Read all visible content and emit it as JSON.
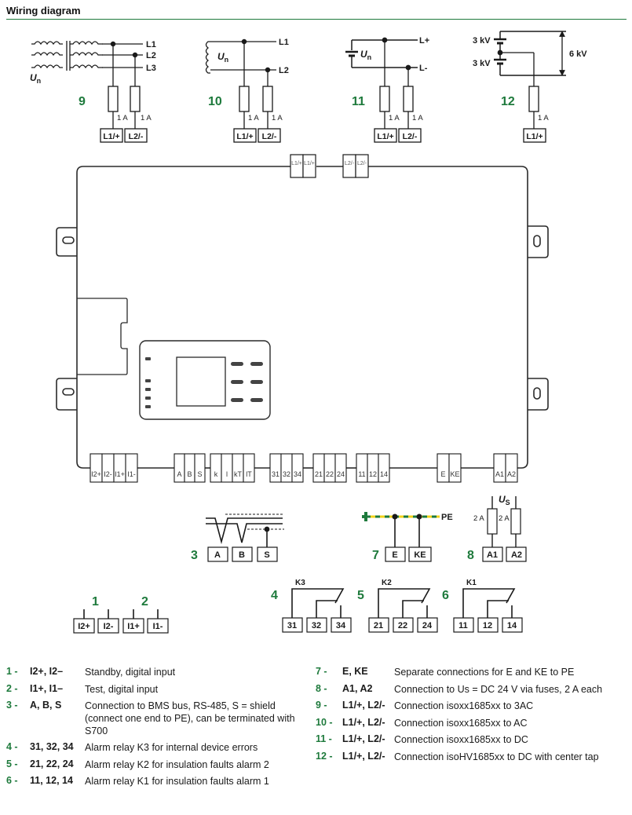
{
  "header": {
    "title": "Wiring diagram"
  },
  "colors": {
    "accent_green": "#1e7a3c",
    "line": "#1a1a1a",
    "pe_yellow": "#f2d21a",
    "pe_green": "#1e7a3c"
  },
  "top_diagrams": [
    {
      "number": "9",
      "lines": [
        "L1",
        "L2",
        "L3"
      ],
      "source_label": "U",
      "source_sub": "n",
      "fuses": [
        "1 A",
        "1 A"
      ],
      "terminals": [
        "L1/+",
        "L2/-"
      ]
    },
    {
      "number": "10",
      "lines": [
        "L1",
        "L2"
      ],
      "source_label": "U",
      "source_sub": "n",
      "fuses": [
        "1 A",
        "1 A"
      ],
      "terminals": [
        "L1/+",
        "L2/-"
      ]
    },
    {
      "number": "11",
      "lines": [
        "L+",
        "L-"
      ],
      "source_label": "U",
      "source_sub": "n",
      "fuses": [
        "1 A",
        "1 A"
      ],
      "terminals": [
        "L1/+",
        "L2/-"
      ]
    },
    {
      "number": "12",
      "voltages": [
        "3 kV",
        "3 kV"
      ],
      "total_voltage": "6 kV",
      "fuses": [
        "1 A"
      ],
      "terminals": [
        "L1/+"
      ]
    }
  ],
  "device": {
    "top_terminals": [
      {
        "group": "L1",
        "labels": [
          "L1/+",
          "L1/+"
        ]
      },
      {
        "group": "L2",
        "labels": [
          "L2/-",
          "L2/-"
        ]
      }
    ],
    "bottom_terminals": [
      {
        "group": "inputs",
        "labels": [
          "I2+",
          "I2-",
          "I1+",
          "I1-"
        ]
      },
      {
        "group": "bus",
        "labels": [
          "A",
          "B",
          "S"
        ]
      },
      {
        "group": "kl",
        "labels": [
          "k",
          "l",
          "kT",
          "lT"
        ]
      },
      {
        "group": "k3",
        "labels": [
          "31",
          "32",
          "34"
        ]
      },
      {
        "group": "k2",
        "labels": [
          "21",
          "22",
          "24"
        ]
      },
      {
        "group": "k1",
        "labels": [
          "11",
          "12",
          "14"
        ]
      },
      {
        "group": "earth",
        "labels": [
          "E",
          "KE"
        ]
      },
      {
        "group": "supply",
        "labels": [
          "A1",
          "A2"
        ]
      }
    ]
  },
  "bottom_diagrams": {
    "d1": {
      "number": "1",
      "terminals": [
        "I2+",
        "I2-"
      ]
    },
    "d2": {
      "number": "2",
      "terminals": [
        "I1+",
        "I1-"
      ]
    },
    "d3": {
      "number": "3",
      "terminals": [
        "A",
        "B",
        "S"
      ]
    },
    "d4": {
      "number": "4",
      "relay": "K3",
      "terminals": [
        "31",
        "32",
        "34"
      ]
    },
    "d5": {
      "number": "5",
      "relay": "K2",
      "terminals": [
        "21",
        "22",
        "24"
      ]
    },
    "d6": {
      "number": "6",
      "relay": "K1",
      "terminals": [
        "11",
        "12",
        "14"
      ]
    },
    "d7": {
      "number": "7",
      "bus_label": "PE",
      "terminals": [
        "E",
        "KE"
      ]
    },
    "d8": {
      "number": "8",
      "supply_label": "U",
      "supply_sub": "S",
      "fuses": [
        "2 A",
        "2 A"
      ],
      "terminals": [
        "A1",
        "A2"
      ]
    }
  },
  "legend": {
    "left": [
      {
        "num": "1 -",
        "term": "I2+, I2–",
        "desc": "Standby, digital input"
      },
      {
        "num": "2 -",
        "term": "I1+, I1–",
        "desc": "Test, digital input"
      },
      {
        "num": "3 -",
        "term": "A, B, S",
        "desc": "Connection to BMS bus, RS-485, S = shield (connect one end to PE), can be terminated with S700"
      },
      {
        "num": "4 -",
        "term": "31, 32, 34",
        "desc": "Alarm relay K3 for internal device errors"
      },
      {
        "num": "5 -",
        "term": "21, 22, 24",
        "desc": "Alarm relay K2 for insulation faults alarm 2"
      },
      {
        "num": "6 -",
        "term": "11, 12, 14",
        "desc": "Alarm relay K1 for insulation faults alarm 1"
      }
    ],
    "right": [
      {
        "num": "7 -",
        "term": "E, KE",
        "desc": "Separate connections for E and KE to PE"
      },
      {
        "num": "8 -",
        "term": "A1, A2",
        "desc": "Connection to Us = DC 24 V via fuses, 2 A each"
      },
      {
        "num": "9 -",
        "term": "L1/+, L2/-",
        "desc": "Connection isoxx1685xx to 3AC"
      },
      {
        "num": "10 -",
        "term": "L1/+, L2/-",
        "desc": "Connection isoxx1685xx to AC"
      },
      {
        "num": "11 -",
        "term": "L1/+, L2/-",
        "desc": "Connection isoxx1685xx to DC"
      },
      {
        "num": "12 -",
        "term": "L1/+, L2/-",
        "desc": "Connection isoHV1685xx to DC with center tap"
      }
    ]
  }
}
